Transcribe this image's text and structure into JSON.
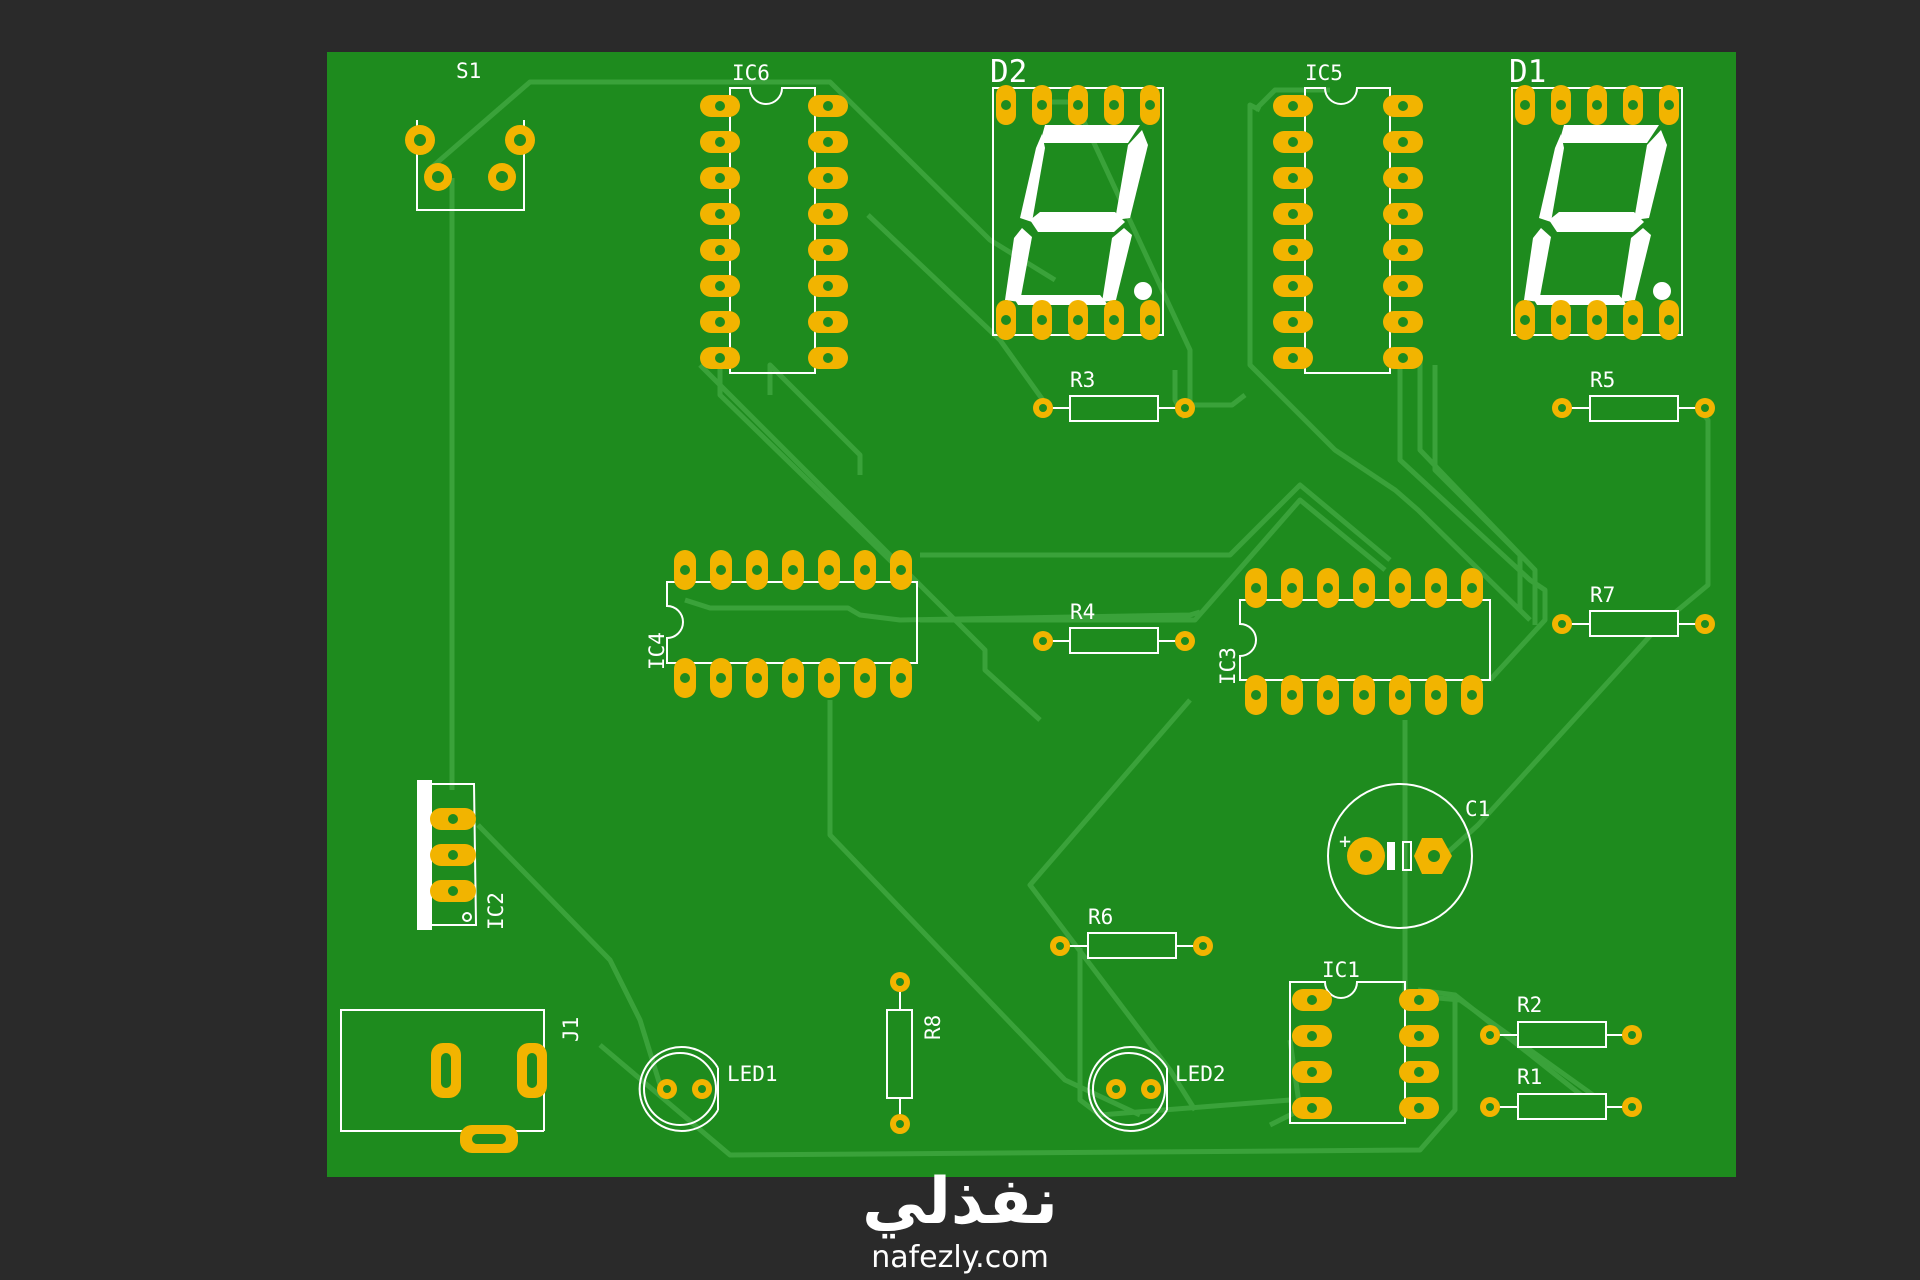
{
  "page_bg": "#2a2a2a",
  "board_color": "#1e8b1e",
  "trace_color": "#3aa23a",
  "pad_color": "#f2b400",
  "silk_color": "#ffffff",
  "designators": {
    "s1": "S1",
    "ic6": "IC6",
    "d2": "D2",
    "ic5": "IC5",
    "d1": "D1",
    "r3": "R3",
    "r5": "R5",
    "r4": "R4",
    "r7": "R7",
    "ic4": "IC4",
    "ic3": "IC3",
    "c1": "C1",
    "c1_polarity": "+",
    "ic2": "IC2",
    "r6": "R6",
    "ic1": "IC1",
    "r2": "R2",
    "r1": "R1",
    "r8": "R8",
    "j1": "J1",
    "led1": "LED1",
    "led2": "LED2"
  },
  "watermark": {
    "arabic": "نفذلي",
    "url": "nafezly.com"
  }
}
